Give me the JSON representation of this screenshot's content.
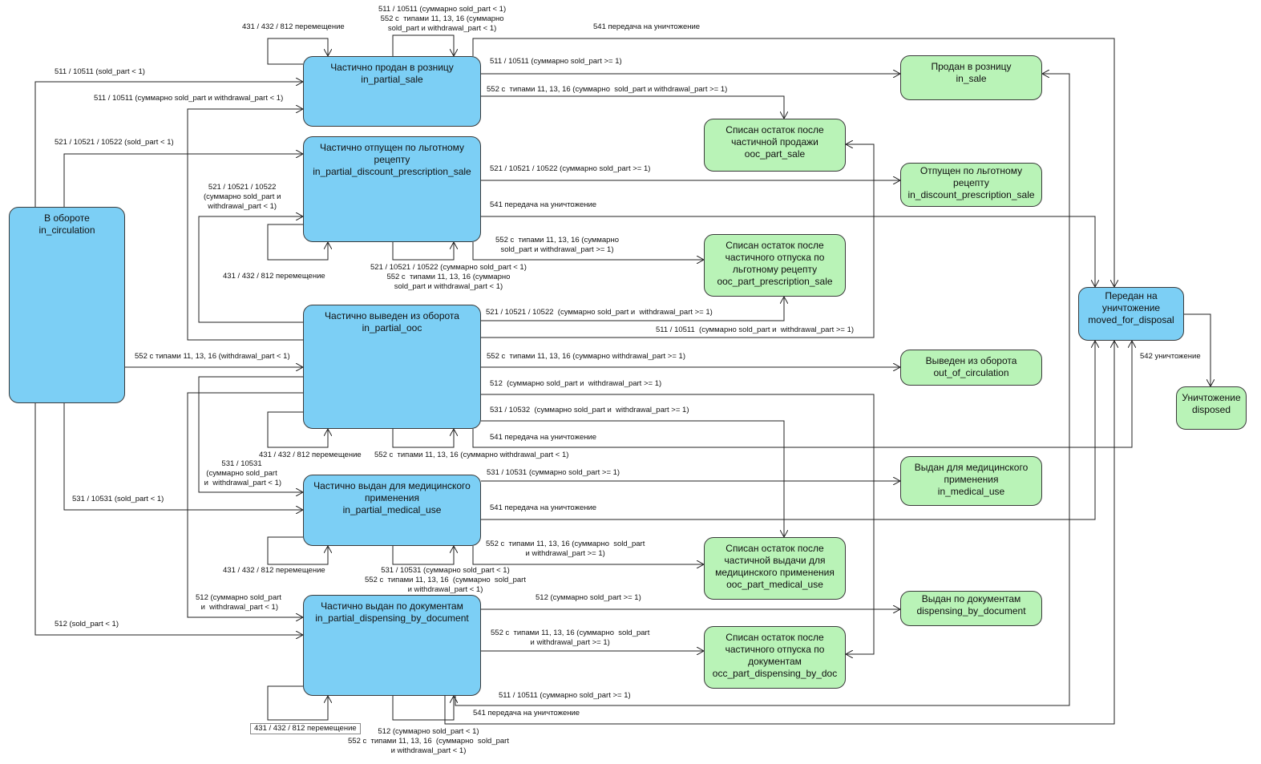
{
  "nodes": {
    "in_circulation": {
      "title": "В обороте",
      "code": "in_circulation",
      "color": "#7ccff5"
    },
    "in_partial_sale": {
      "title": "Частично продан в розницу",
      "code": "in_partial_sale",
      "color": "#7ccff5"
    },
    "in_partial_discount_prescription_sale": {
      "title1": "Частично отпущен по льготному",
      "title2": "рецепту",
      "code": "in_partial_discount_prescription_sale",
      "color": "#7ccff5"
    },
    "in_partial_ooc": {
      "title": "Частично выведен из оборота",
      "code": "in_partial_ooc",
      "color": "#7ccff5"
    },
    "in_partial_medical_use": {
      "title1": "Частично выдан для медицинского",
      "title2": "применения",
      "code": "in_partial_medical_use",
      "color": "#7ccff5"
    },
    "in_partial_dispensing_by_document": {
      "title": "Частично выдан по документам",
      "code": "in_partial_dispensing_by_document",
      "color": "#7ccff5"
    },
    "moved_for_disposal": {
      "title1": "Передан на",
      "title2": "уничтожение",
      "code": "moved_for_disposal",
      "color": "#7ccff5"
    },
    "in_sale": {
      "title": "Продан в розницу",
      "code": "in_sale",
      "color": "#b9f3b7"
    },
    "ooc_part_sale": {
      "title1": "Списан остаток после",
      "title2": "частичной продажи",
      "code": "ooc_part_sale",
      "color": "#b9f3b7"
    },
    "in_discount_prescription_sale": {
      "title1": "Отпущен по льготному",
      "title2": "рецепту",
      "code": "in_discount_prescription_sale",
      "color": "#b9f3b7"
    },
    "ooc_part_prescription_sale": {
      "title1": "Списан остаток после",
      "title2": "частичного отпуска по",
      "title3": "льготному рецепту",
      "code": "ooc_part_prescription_sale",
      "color": "#b9f3b7"
    },
    "out_of_circulation": {
      "title": "Выведен из оборота",
      "code": "out_of_circulation",
      "color": "#b9f3b7"
    },
    "in_medical_use": {
      "title1": "Выдан для медицинского",
      "title2": "применения",
      "code": "in_medical_use",
      "color": "#b9f3b7"
    },
    "ooc_part_medical_use": {
      "title1": "Списан остаток после",
      "title2": "частичной выдачи для",
      "title3": "медицинского применения",
      "code": "ooc_part_medical_use",
      "color": "#b9f3b7"
    },
    "dispensing_by_document": {
      "title": "Выдан по документам",
      "code": "dispensing_by_document",
      "color": "#b9f3b7"
    },
    "occ_part_dispensing_by_doc": {
      "title1": "Списан остаток после",
      "title2": "частичного отпуска по",
      "title3": "документам",
      "code": "occ_part_dispensing_by_doc",
      "color": "#b9f3b7"
    },
    "disposed": {
      "title": "Уничтожение",
      "code": "disposed",
      "color": "#b9f3b7"
    }
  },
  "labels": {
    "l01": "431 / 432 / 812 перемещение",
    "l02": "511 / 10511 (суммарно sold_part < 1)\n552 с  типами 11, 13, 16 (суммарно\nsold_part и withdrawal_part < 1)",
    "l03": "541 передача на уничтожение",
    "l04": "511 / 10511 (sold_part < 1)",
    "l05": "511 / 10511 (суммарно sold_part >= 1)",
    "l06": "552 с  типами 11, 13, 16 (суммарно  sold_part и withdrawal_part >= 1)",
    "l07": "511 / 10511 (суммарно sold_part и withdrawal_part < 1)",
    "l08": "521 / 10521 / 10522 (sold_part < 1)",
    "l09": "521 / 10521 / 10522 (суммарно sold_part >= 1)",
    "l10": "521 / 10521 / 10522\n(суммарно sold_part и\nwithdrawal_part < 1)",
    "l11": "541 передача на уничтожение",
    "l12": "552 с  типами 11, 13, 16 (суммарно\nsold_part и withdrawal_part >= 1)",
    "l13": "431 / 432 / 812 перемещение",
    "l14": "521 / 10521 / 10522 (суммарно sold_part < 1)\n552 с  типами 11, 13, 16 (суммарно\nsold_part и withdrawal_part < 1)",
    "l15": "521 / 10521 / 10522  (суммарно sold_part и  withdrawal_part >= 1)",
    "l16": "511 / 10511  (суммарно sold_part и  withdrawal_part >= 1)",
    "l17": "552 с типами 11, 13, 16 (withdrawal_part < 1)",
    "l18": "552 с  типами 11, 13, 16 (суммарно withdrawal_part >= 1)",
    "l19": "512  (суммарно sold_part и  withdrawal_part >= 1)",
    "l20": "531 / 10532  (суммарно sold_part и  withdrawal_part >= 1)",
    "l21": "541 передача на уничтожение",
    "l22": "431 / 432 / 812 перемещение",
    "l23": "552 с  типами 11, 13, 16 (суммарно withdrawal_part < 1)",
    "l24": "531 / 10531\n(суммарно sold_part\n и  withdrawal_part < 1)",
    "l25": "531 / 10531 (sold_part < 1)",
    "l26": "531 / 10531 (суммарно sold_part >= 1)",
    "l27": "541 передача на уничтожение",
    "l28": "552 с  типами 11, 13, 16 (суммарно  sold_part\nи withdrawal_part >= 1)",
    "l29": "431 / 432 / 812 перемещение",
    "l30": "531 / 10531 (суммарно sold_part < 1)\n552 с  типами 11, 13, 16  (суммарно  sold_part\nи withdrawal_part < 1)",
    "l31": "512 (суммарно sold_part\n и  withdrawal_part < 1)",
    "l32": "512 (sold_part < 1)",
    "l33": "512 (суммарно sold_part >= 1)",
    "l34": "552 с  типами 11, 13, 16 (суммарно  sold_part\nи withdrawal_part >= 1)",
    "l35": "511 / 10511 (суммарно sold_part >= 1)",
    "l36": "541 передача на уничтожение",
    "l37": "431 / 432 / 812 перемещение",
    "l38": "512 (суммарно sold_part < 1)\n552 с  типами 11, 13, 16  (суммарно  sold_part\nи withdrawal_part < 1)",
    "l39": "542 уничтожение"
  }
}
